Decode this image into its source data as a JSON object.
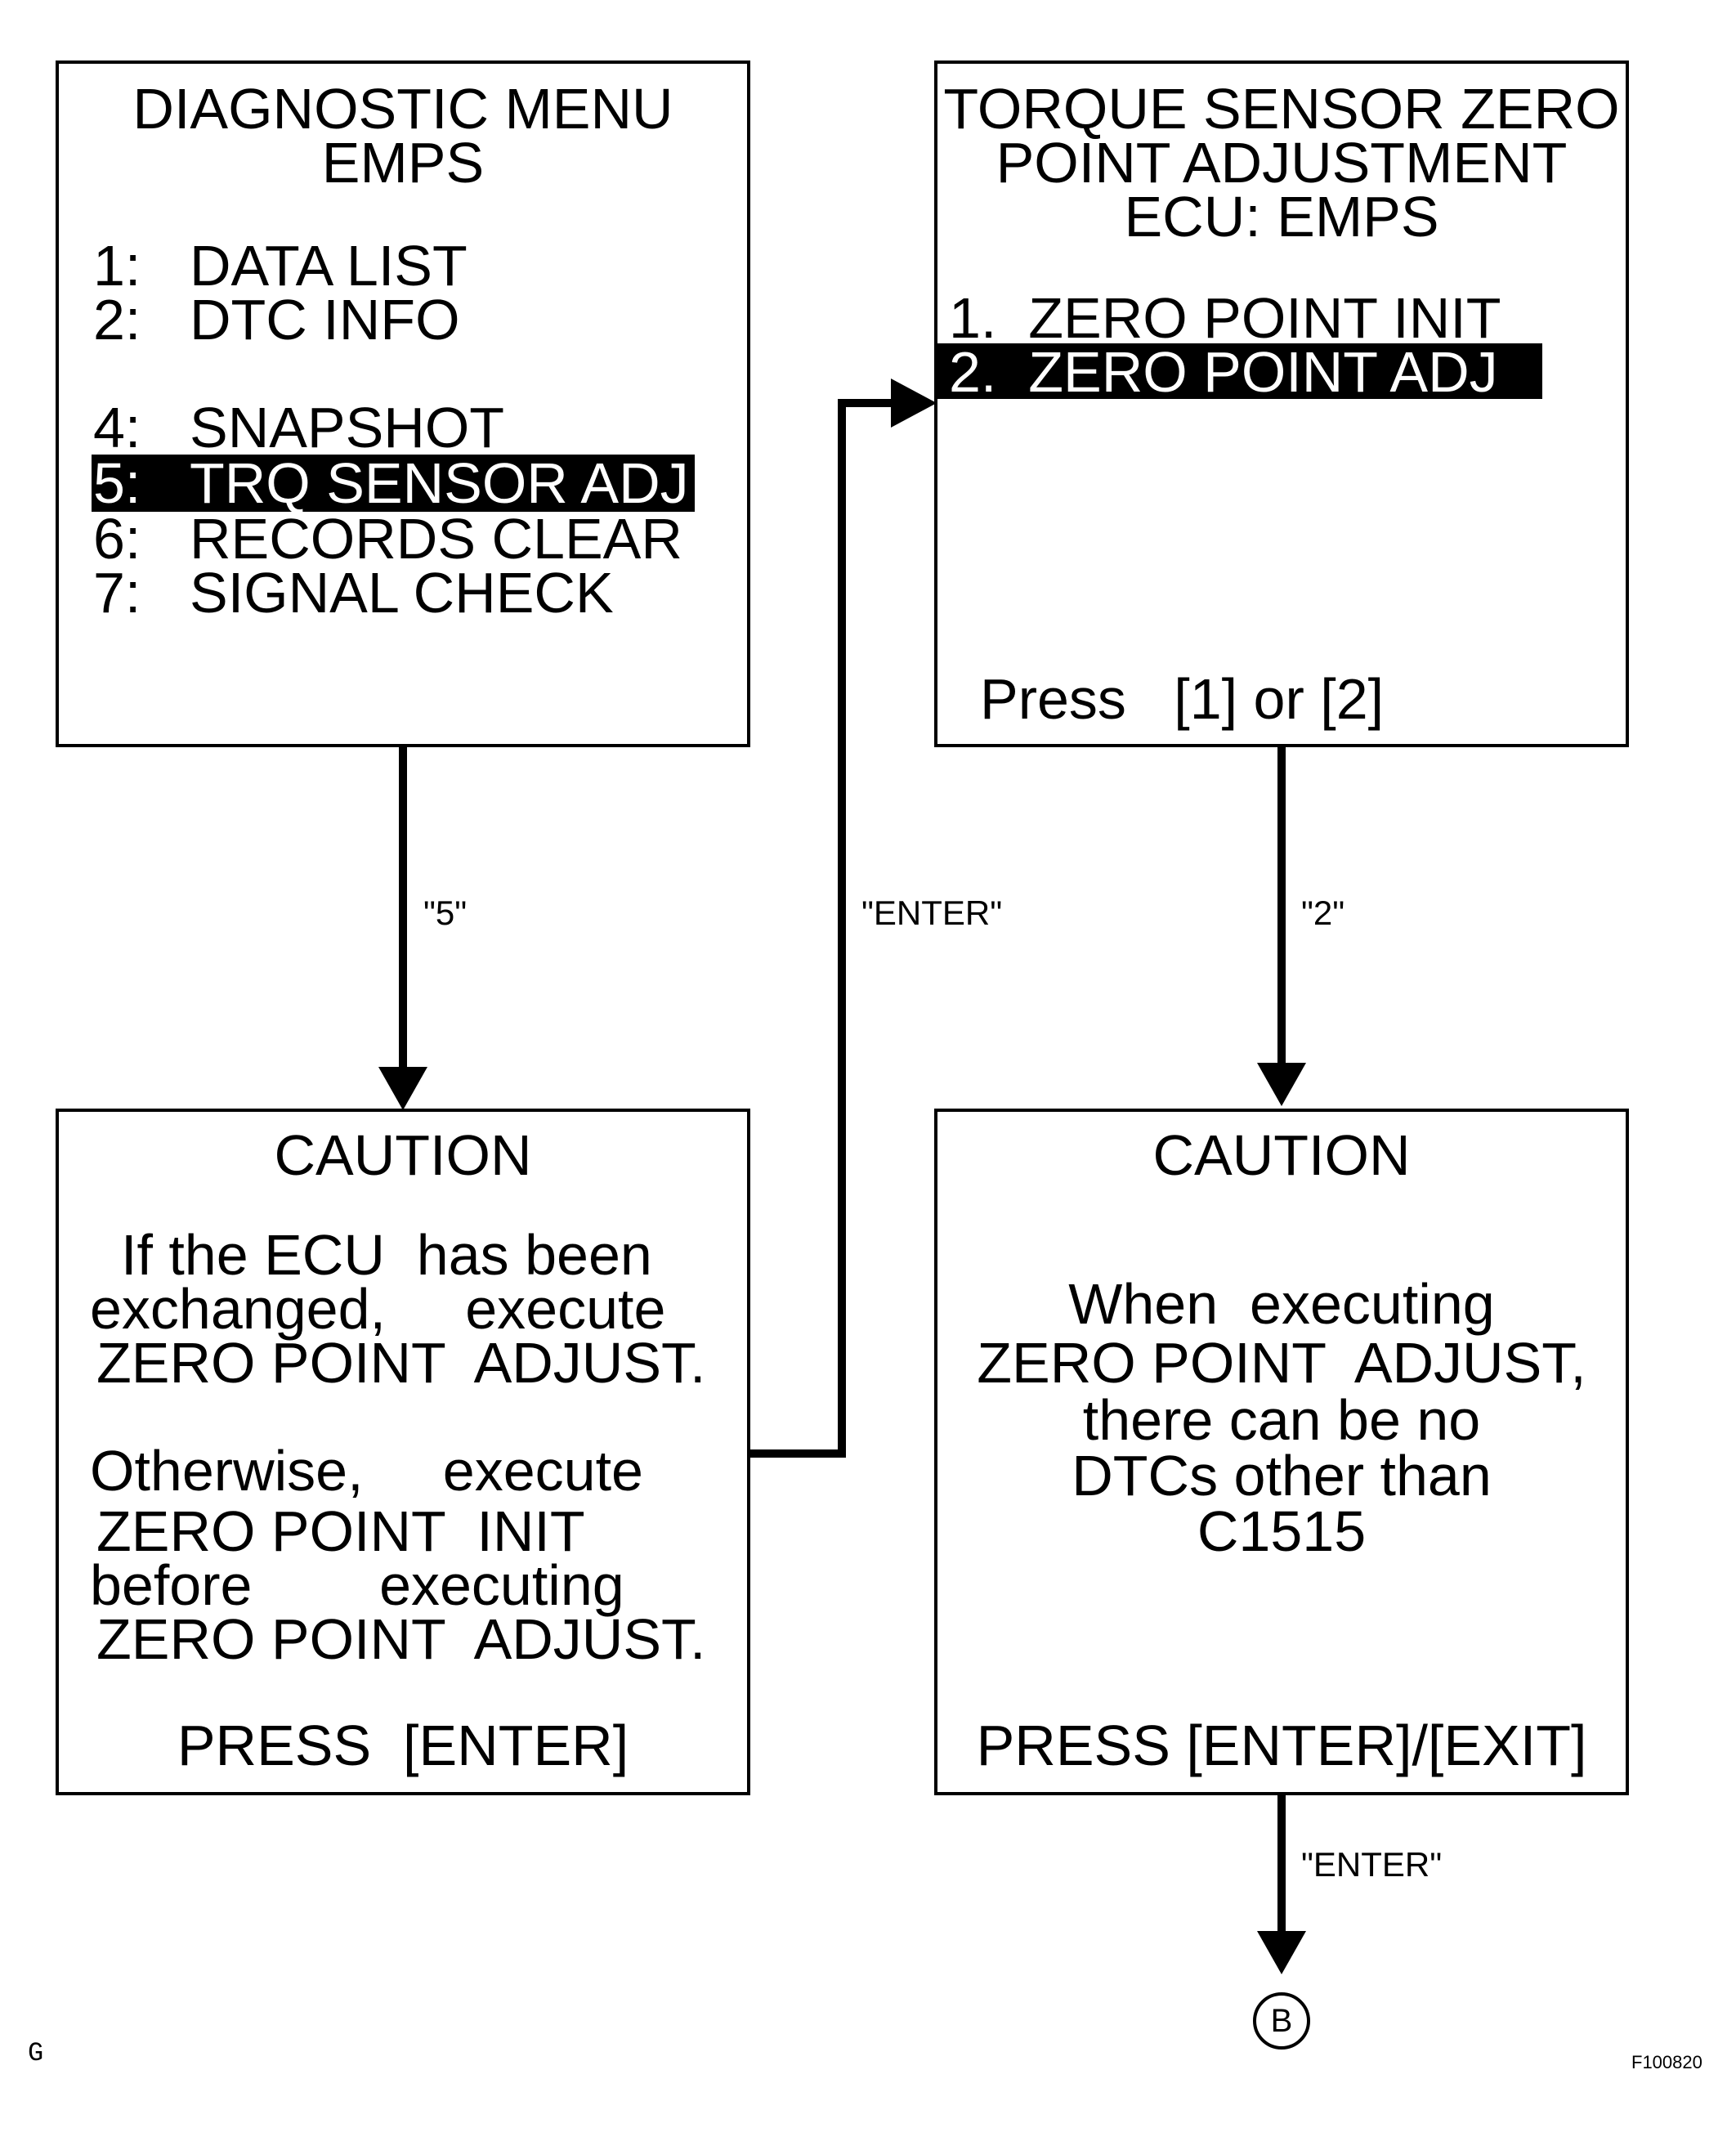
{
  "panels": {
    "diagnostic_menu": {
      "title_line1": "DIAGNOSTIC MENU",
      "title_line2": "EMPS",
      "items": [
        {
          "num": "1:",
          "label": "DATA LIST"
        },
        {
          "num": "2:",
          "label": "DTC INFO"
        },
        {
          "num": "4:",
          "label": "SNAPSHOT"
        },
        {
          "num": "5:",
          "label": "TRQ SENSOR ADJ"
        },
        {
          "num": "6:",
          "label": "RECORDS CLEAR"
        },
        {
          "num": "7:",
          "label": "SIGNAL CHECK"
        }
      ]
    },
    "torque_adjust": {
      "title_line1": "TORQUE SENSOR ZERO",
      "title_line2": "POINT ADJUSTMENT",
      "title_line3": "ECU: EMPS",
      "option1": "1.  ZERO POINT INIT",
      "option2": "2.  ZERO POINT ADJ",
      "prompt": "Press   [1] or [2]"
    },
    "caution_left": {
      "title": "CAUTION",
      "line1": "If the ECU  has been",
      "line2": "exchanged,     execute",
      "line3": "ZERO POINT  ADJUST.",
      "line4": "Otherwise,     execute",
      "line5": "ZERO POINT  INIT",
      "line6": "before        executing",
      "line7": "ZERO POINT  ADJUST.",
      "prompt": "PRESS  [ENTER]"
    },
    "caution_right": {
      "title": "CAUTION",
      "line1": "When  executing",
      "line2": "ZERO POINT  ADJUST,",
      "line3": "there can be no",
      "line4": "DTCs other than",
      "line5": "C1515",
      "prompt": "PRESS [ENTER]/[EXIT]"
    }
  },
  "arrow_labels": {
    "key_5": "\"5\"",
    "key_enter_1": "\"ENTER\"",
    "key_2": "\"2\"",
    "key_enter_2": "\"ENTER\""
  },
  "callout": "B",
  "footer": {
    "left_mark": "G",
    "figure_id": "F100820"
  }
}
